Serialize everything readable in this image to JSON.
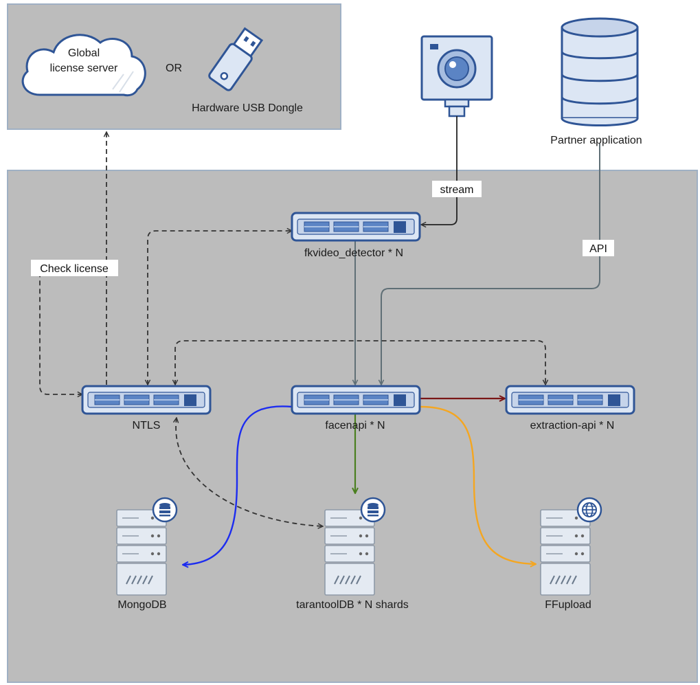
{
  "colors": {
    "panel": "#bcbcbc",
    "panel_border": "#9fb0c4",
    "device_fill": "#dce6f4",
    "device_stroke": "#2f5596",
    "accent_blue": "#2f5596",
    "arrow_dark": "#333333",
    "arrow_gray": "#5f6f76",
    "arrow_darkred": "#7a1616",
    "arrow_green": "#4a7f1f",
    "arrow_blue": "#1c2cf0",
    "arrow_orange": "#f4a621"
  },
  "license": {
    "cloud_label_line1": "Global",
    "cloud_label_line2": "license server",
    "or_text": "OR",
    "dongle_label": "Hardware USB Dongle"
  },
  "nodes": {
    "partner": "Partner application",
    "fkvideo": "fkvideo_detector * N",
    "ntls": "NTLS",
    "facenapi": "facenapi * N",
    "extraction": "extraction-api * N",
    "mongodb": "MongoDB",
    "tarantool": "tarantoolDB * N shards",
    "ffupload": "FFupload"
  },
  "edge_labels": {
    "stream": "stream",
    "api": "API",
    "check_license": "Check license"
  }
}
